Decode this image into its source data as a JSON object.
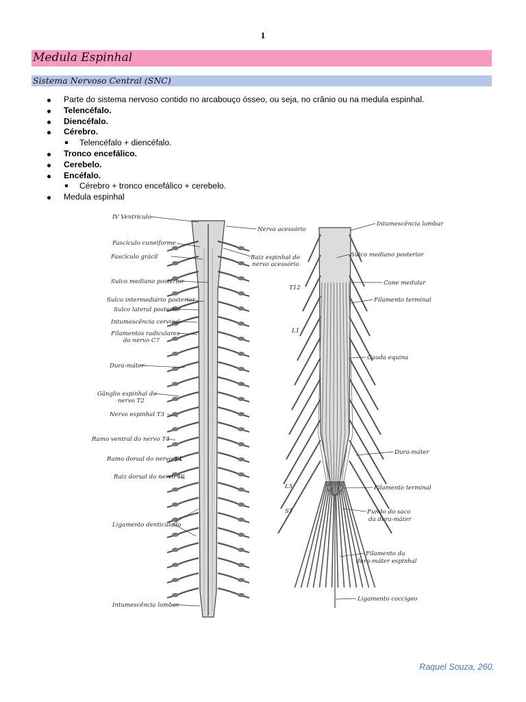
{
  "page_number": "1",
  "title": "Medula Espinhal",
  "subtitle": "Sistema Nervoso Central (SNC)",
  "bullets": [
    {
      "text": "Parte do sistema nervoso contido no arcabouço ósseo, ou seja, no crânio ou na medula espinhal.",
      "bold": false
    },
    {
      "text": "Telencéfalo.",
      "bold": true
    },
    {
      "text": "Diencéfalo.",
      "bold": true
    },
    {
      "text": "Cérebro.",
      "bold": true,
      "sub": [
        "Telencéfalo + diencéfalo."
      ]
    },
    {
      "text": "Tronco encefálico.",
      "bold": true
    },
    {
      "text": "Cerebelo.",
      "bold": true
    },
    {
      "text": "Encéfalo.",
      "bold": true,
      "sub": [
        "Cérebro + tronco encefálico + cerebelo."
      ]
    },
    {
      "text": "Medula espinhal",
      "bold": false
    }
  ],
  "figure": {
    "left_labels": [
      "IV Ventrículo",
      "Fascículo cuneiforme",
      "Fascículo grácil",
      "Sulco mediano posterior",
      "Sulco intermediário posterior",
      "Sulco lateral posterior",
      "Intumescência cervical",
      "Filamentos radiculares",
      "do nervo C7",
      "Dura-máter",
      "Gânglio espinhal do",
      "nervo T2",
      "Nervo espinhal T3",
      "Ramo ventral do nervo T4",
      "Ramo dorsal do nervo T4",
      "Raiz dorsal do nervo T6",
      "Ligamento denticulado",
      "Intumescência lombar"
    ],
    "middle_labels": [
      "Nervo acessório",
      "Raiz espinhal do",
      "nervo acessório"
    ],
    "right_labels": [
      "Intumescência lombar",
      "Sulco mediano posterior",
      "Cone medular",
      "Filamento terminal",
      "Cauda equina",
      "Dura-máter",
      "Filamento terminal",
      "Fundo do saco",
      "da dura-máter",
      "Filamento da",
      "dura-máter espinhal",
      "Ligamento coccígeo"
    ],
    "level_labels": [
      "T12",
      "L1",
      "L5",
      "S1"
    ]
  },
  "footer": "Raquel Souza, 260."
}
